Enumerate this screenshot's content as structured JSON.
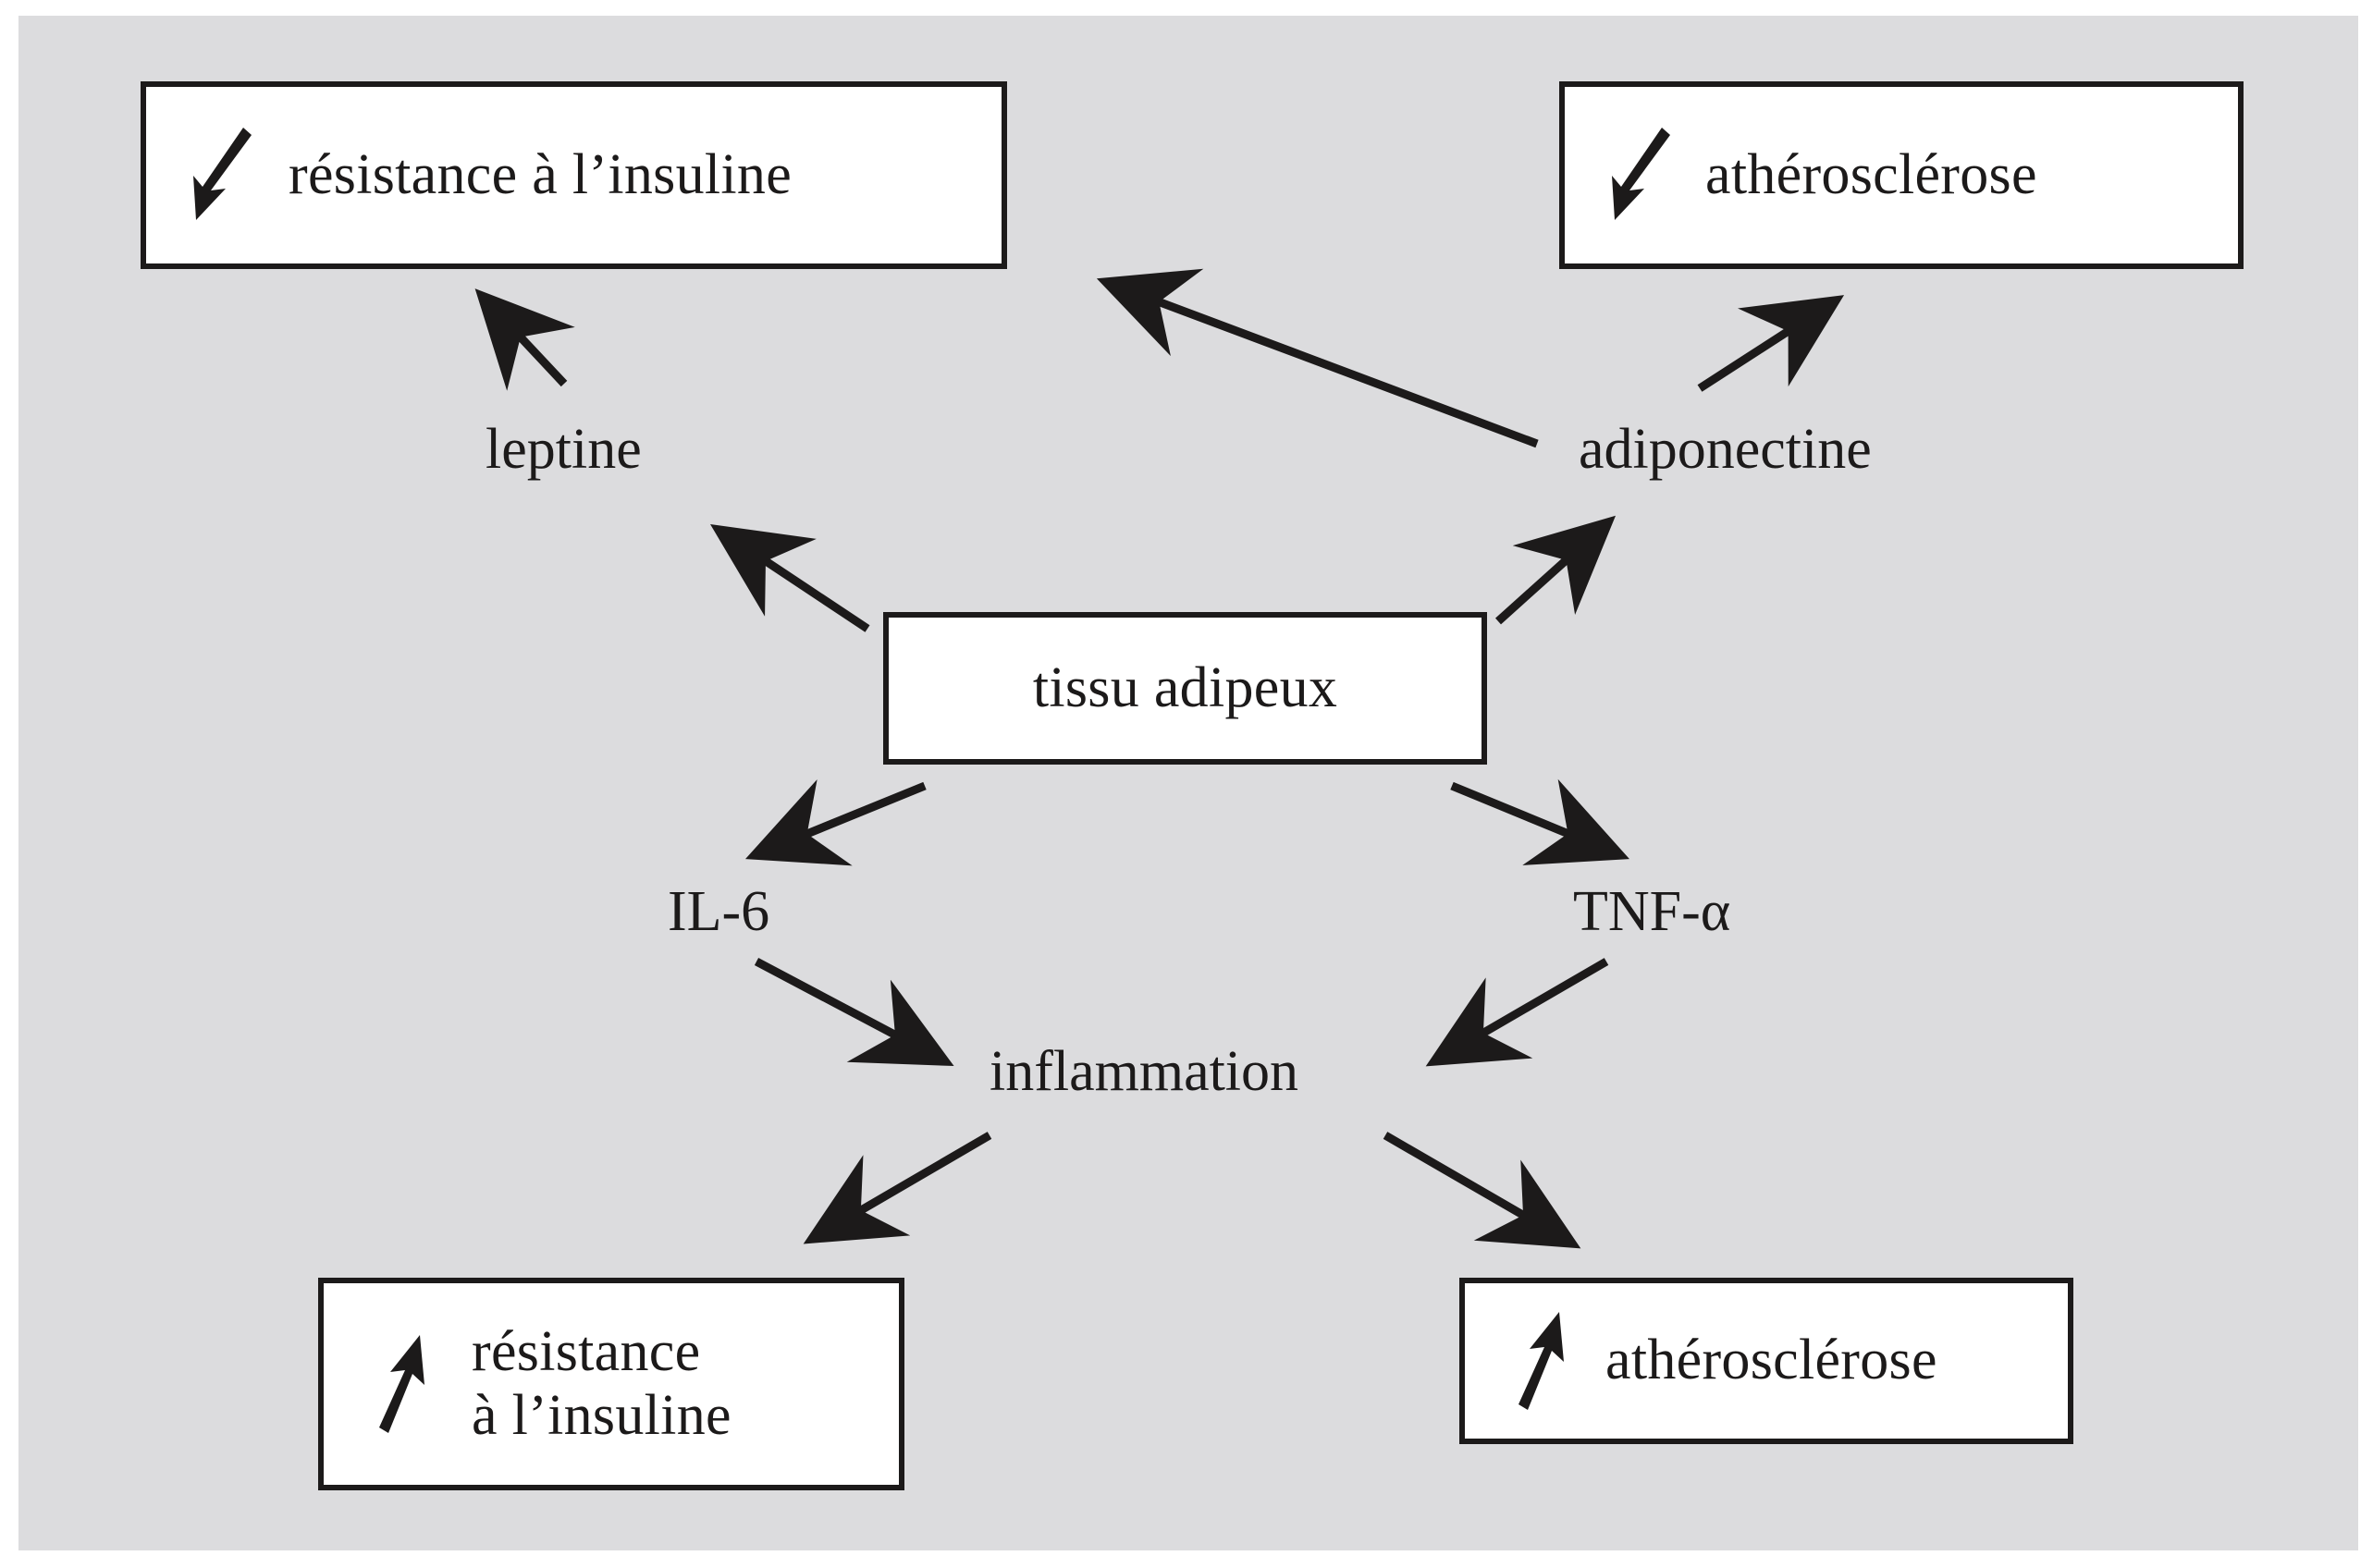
{
  "figure": {
    "kind": "flow-diagram",
    "background_color": "#dcdcde",
    "ink_color": "#1c1a1a",
    "box_fill": "#ffffff"
  },
  "boxes": {
    "decrease_insulin_resistance": {
      "icon": "arrow-down-right-decrease-icon",
      "label": "résistance à l’insuline"
    },
    "decrease_atherosclerosis": {
      "icon": "arrow-down-right-decrease-icon",
      "label": "athérosclérose"
    },
    "adipose_tissue": {
      "label": "tissu adipeux"
    },
    "increase_insulin_resistance": {
      "icon": "arrow-up-right-increase-icon",
      "label": "résistance\nà l’insuline"
    },
    "increase_atherosclerosis": {
      "icon": "arrow-up-right-increase-icon",
      "label": "athérosclérose"
    }
  },
  "labels": {
    "leptine": "leptine",
    "adiponectine": "adiponectine",
    "il6": "IL-6",
    "tnf_alpha": "TNF-α",
    "inflammation": "inflammation"
  },
  "edges": [
    {
      "name": "adipose-to-leptine",
      "from": "tissu adipeux",
      "to": "leptine"
    },
    {
      "name": "adipose-to-adiponectine",
      "from": "tissu adipeux",
      "to": "adiponectine"
    },
    {
      "name": "adipose-to-il6",
      "from": "tissu adipeux",
      "to": "IL-6"
    },
    {
      "name": "adipose-to-tnf",
      "from": "tissu adipeux",
      "to": "TNF-α"
    },
    {
      "name": "leptine-to-decrease-insulin",
      "from": "leptine",
      "to": "résistance à l’insuline"
    },
    {
      "name": "adiponectine-to-decrease-insulin",
      "from": "adiponectine",
      "to": "résistance à l’insuline"
    },
    {
      "name": "adiponectine-to-decrease-athero",
      "from": "adiponectine",
      "to": "athérosclérose"
    },
    {
      "name": "il6-to-inflammation",
      "from": "IL-6",
      "to": "inflammation"
    },
    {
      "name": "tnf-to-inflammation",
      "from": "TNF-α",
      "to": "inflammation"
    },
    {
      "name": "inflammation-to-increase-insulin",
      "from": "inflammation",
      "to": "résistance à l’insuline"
    },
    {
      "name": "inflammation-to-increase-athero",
      "from": "inflammation",
      "to": "athérosclérose"
    }
  ]
}
